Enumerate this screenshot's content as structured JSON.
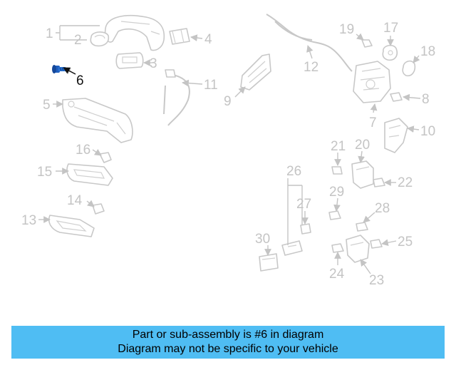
{
  "callouts": [
    {
      "id": 1,
      "label": "1"
    },
    {
      "id": 2,
      "label": "2"
    },
    {
      "id": 3,
      "label": "3"
    },
    {
      "id": 4,
      "label": "4"
    },
    {
      "id": 5,
      "label": "5"
    },
    {
      "id": 6,
      "label": "6",
      "highlighted": true
    },
    {
      "id": 7,
      "label": "7"
    },
    {
      "id": 8,
      "label": "8"
    },
    {
      "id": 9,
      "label": "9"
    },
    {
      "id": 10,
      "label": "10"
    },
    {
      "id": 11,
      "label": "11"
    },
    {
      "id": 12,
      "label": "12"
    },
    {
      "id": 13,
      "label": "13"
    },
    {
      "id": 14,
      "label": "14"
    },
    {
      "id": 15,
      "label": "15"
    },
    {
      "id": 16,
      "label": "16"
    },
    {
      "id": 17,
      "label": "17"
    },
    {
      "id": 18,
      "label": "18"
    },
    {
      "id": 19,
      "label": "19"
    },
    {
      "id": 20,
      "label": "20"
    },
    {
      "id": 21,
      "label": "21"
    },
    {
      "id": 22,
      "label": "22"
    },
    {
      "id": 23,
      "label": "23"
    },
    {
      "id": 24,
      "label": "24"
    },
    {
      "id": 25,
      "label": "25"
    },
    {
      "id": 26,
      "label": "26"
    },
    {
      "id": 27,
      "label": "27"
    },
    {
      "id": 28,
      "label": "28"
    },
    {
      "id": 29,
      "label": "29"
    },
    {
      "id": 30,
      "label": "30"
    }
  ],
  "banner": {
    "line1": "Part or sub-assembly is #6 in diagram",
    "line2": "Diagram may not be specific to your vehicle"
  },
  "colors": {
    "banner_bg": "#4fbdf3",
    "highlight_part": "#1f5fbf",
    "faded_part": "#c8c8c8"
  }
}
